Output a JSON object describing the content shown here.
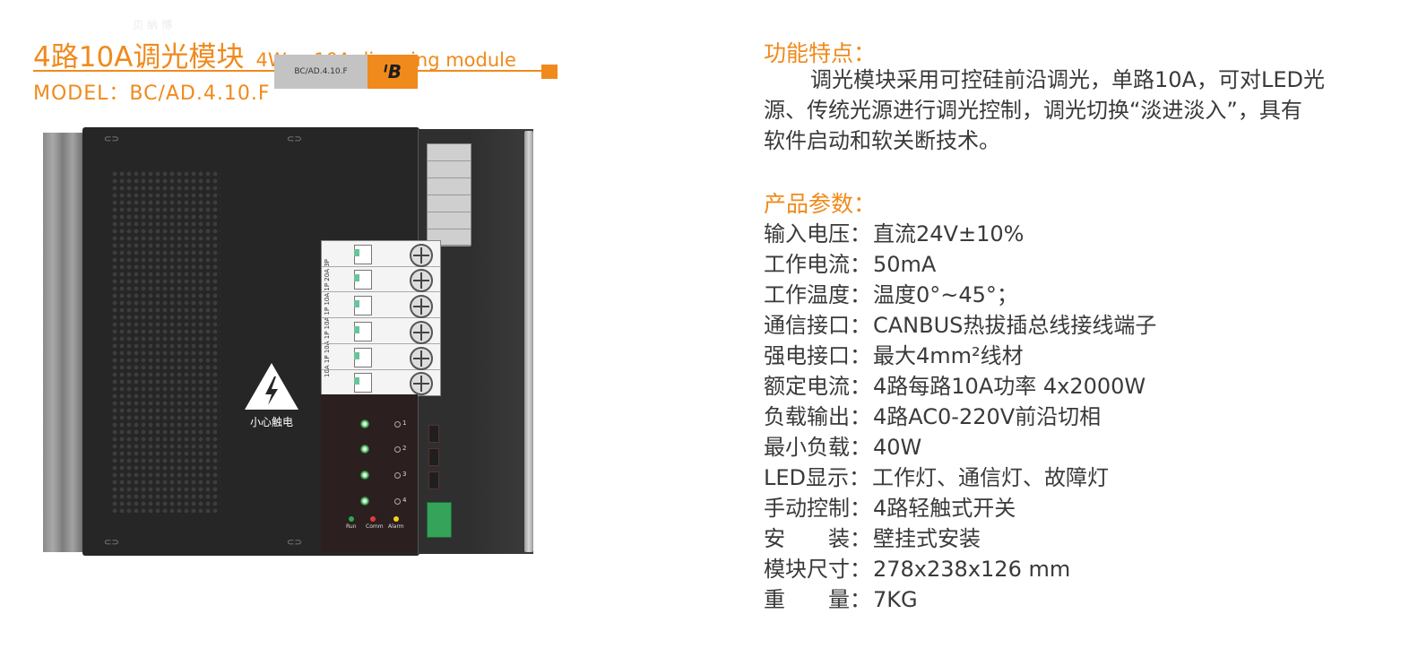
{
  "heading": {
    "title_cn": "4路10A调光模块",
    "title_en": "4Way 10A  dimming module",
    "model": "MODEL：BC/AD.4.10.F"
  },
  "device": {
    "brand": "贝纳博",
    "label_plate": "BC/AD.4.10.F",
    "logo": "ᴵB",
    "breaker_text": "10A 1P  10A 1P  10A 1P  10A 1P  20A 3P",
    "warning_text": "小心触电",
    "channels": [
      "1",
      "2",
      "3",
      "4"
    ],
    "leds": [
      {
        "label": "Run",
        "color": "#2fa84f"
      },
      {
        "label": "Comm",
        "color": "#e23b3b"
      },
      {
        "label": "Alarm",
        "color": "#f2d21b"
      }
    ],
    "accent_color": "#f08a1c"
  },
  "features": {
    "title": "功能特点：",
    "line1": "调光模块采用可控硅前沿调光，单路10A，可对LED光",
    "line2": "源、传统光源进行调光控制，调光切换“淡进淡入”，具有",
    "line3": "软件启动和软关断技术。"
  },
  "params": {
    "title": "产品参数：",
    "rows": [
      {
        "key": "输入电压：",
        "value": "直流24V±10%"
      },
      {
        "key": "工作电流：",
        "value": "50mA"
      },
      {
        "key": "工作温度：",
        "value": "温度0°~45°；"
      },
      {
        "key": "通信接口：",
        "value": "CANBUS热拔插总线接线端子"
      },
      {
        "key": "强电接口：",
        "value": "最大4mm²线材"
      },
      {
        "key": "额定电流：",
        "value": "4路每路10A功率 4x2000W"
      },
      {
        "key": "负载输出：",
        "value": "4路AC0-220V前沿切相"
      },
      {
        "key": "最小负载：",
        "value": "40W"
      },
      {
        "key": "LED显示：",
        "value": "工作灯、通信灯、故障灯"
      },
      {
        "key": "手动控制：",
        "value": "4路轻触式开关"
      },
      {
        "key": "安　　装：",
        "value": "壁挂式安装"
      },
      {
        "key": "模块尺寸：",
        "value": "278x238x126 mm"
      },
      {
        "key": "重　　量：",
        "value": "7KG"
      }
    ]
  }
}
